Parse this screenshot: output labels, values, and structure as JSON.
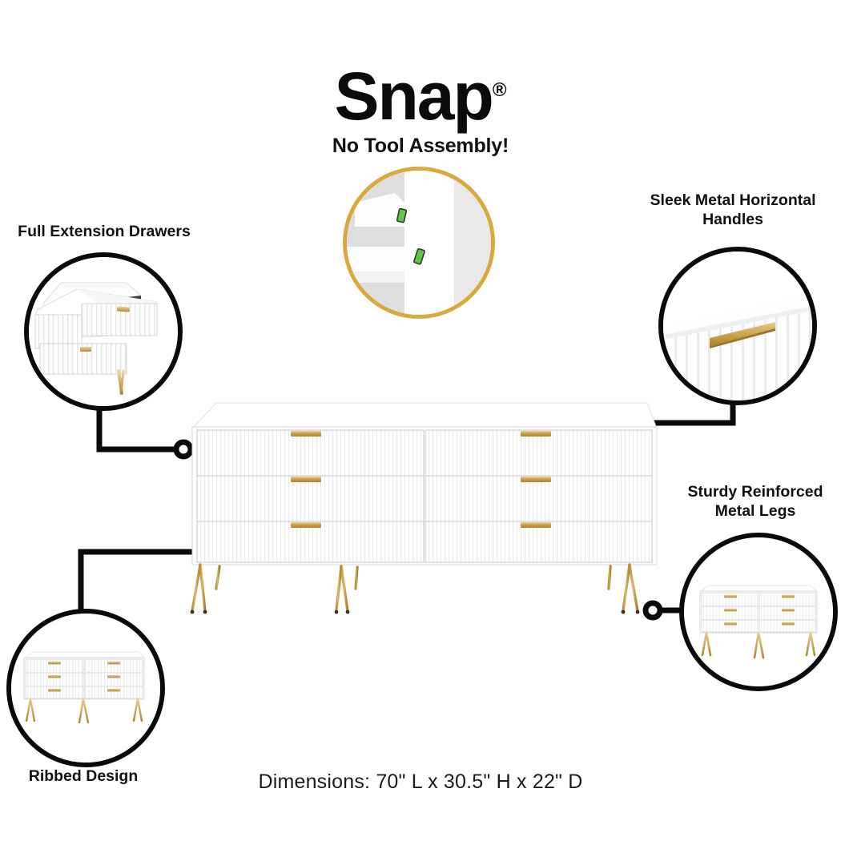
{
  "header": {
    "brand": "Snap",
    "registered_mark": "®",
    "tagline": "No Tool Assembly!"
  },
  "callouts": [
    {
      "id": "full-extension",
      "label": "Full Extension Drawers",
      "bubble": "open-drawer-closeup",
      "bubble_border_color": "#0a0a0a"
    },
    {
      "id": "handles",
      "label_line1": "Sleek Metal Horizontal",
      "label_line2": "Handles",
      "label": "Sleek Metal Horizontal Handles",
      "bubble": "gold-handle-closeup",
      "bubble_border_color": "#0a0a0a"
    },
    {
      "id": "legs",
      "label_line1": "Sturdy Reinforced",
      "label_line2": "Metal Legs",
      "label": "Sturdy Reinforced Metal Legs",
      "bubble": "full-dresser-view",
      "bubble_border_color": "#0a0a0a"
    },
    {
      "id": "ribbed",
      "label": "Ribbed Design",
      "bubble": "full-dresser-view",
      "bubble_border_color": "#0a0a0a"
    },
    {
      "id": "snap",
      "label": "",
      "bubble": "snap-connector-closeup",
      "bubble_border_color": "#d9a93c"
    }
  ],
  "product": {
    "dimensions_text": "Dimensions: 70\" L x 30.5\" H x 22\" D",
    "drawer_columns": 2,
    "drawer_rows": 3,
    "drawer_count": 6,
    "leg_count": 4,
    "body_color": "#fdfdfd",
    "hardware_color": "#c9a24a",
    "accent_gold": "#d9a93c",
    "line_color": "#0a0a0a"
  }
}
